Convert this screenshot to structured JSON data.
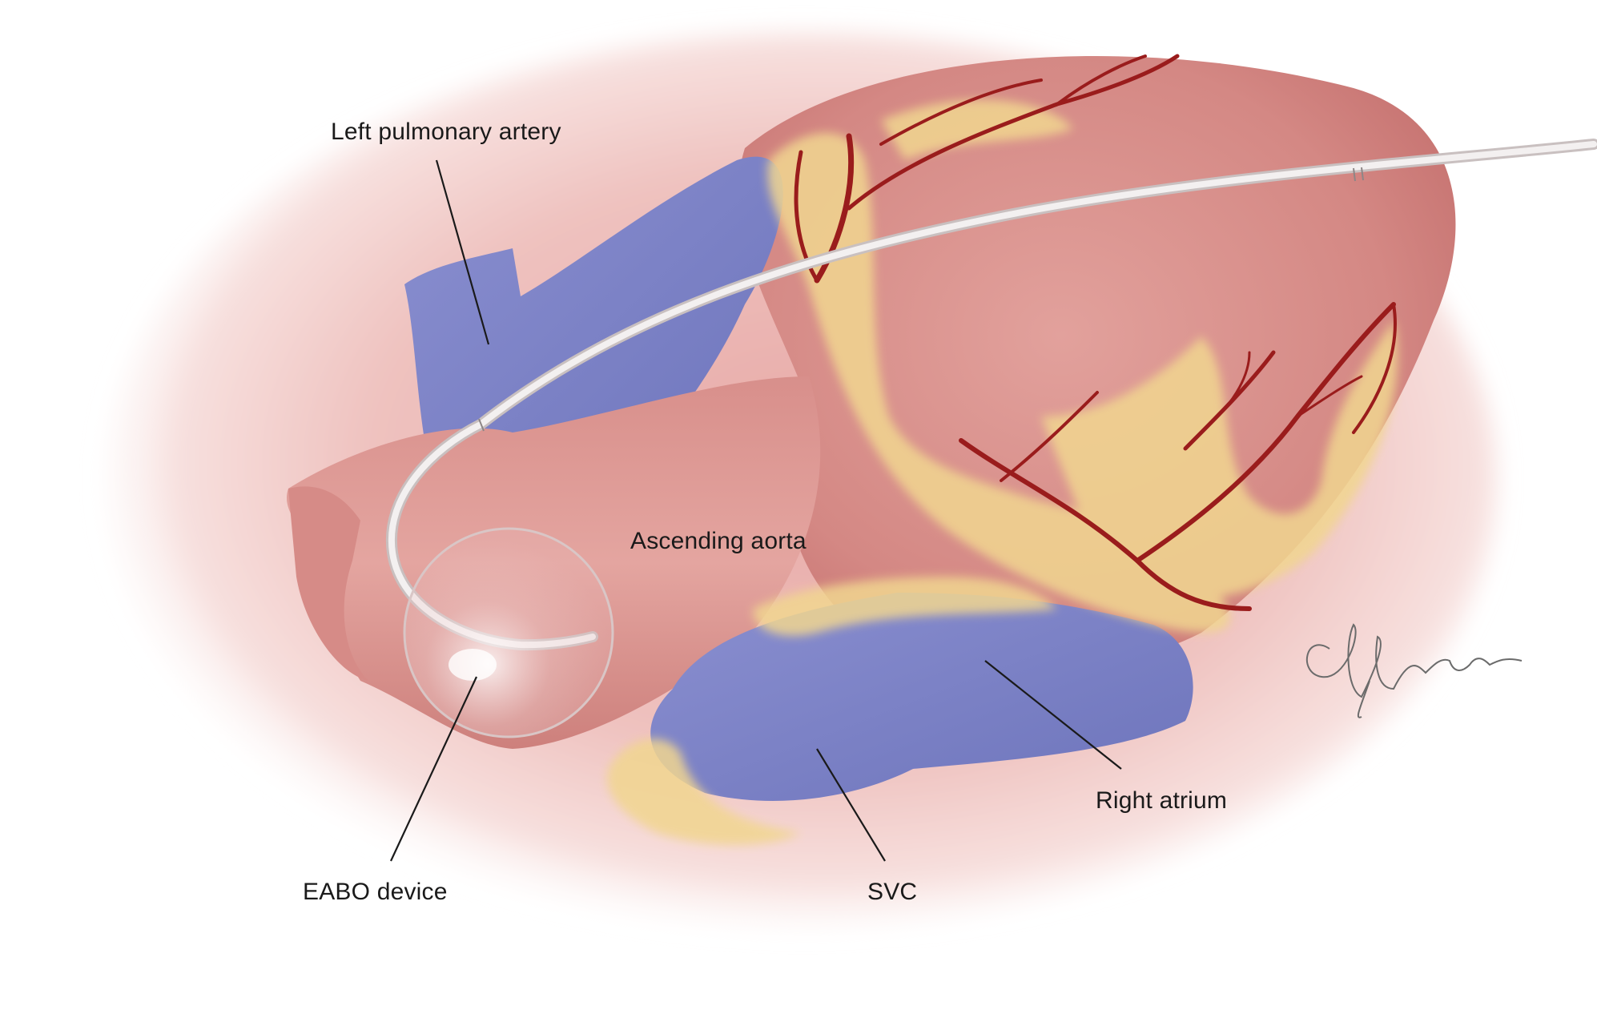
{
  "illustration": {
    "labels": {
      "left_pulmonary_artery": "Left pulmonary artery",
      "ascending_aorta": "Ascending aorta",
      "eabo_device": "EABO device",
      "svc": "SVC",
      "right_atrium": "Right atrium"
    },
    "signature": "Meagan",
    "colors": {
      "background": "#ffffff",
      "tissue_halo": "#f3d3d1",
      "heart_muscle": "#d98f8c",
      "venous_blue": "#7f86c7",
      "fat": "#f0d48e",
      "coronary_vessel": "#9a1c1c",
      "catheter": "#eeeeee",
      "leader_line": "#1a1a1a"
    }
  }
}
